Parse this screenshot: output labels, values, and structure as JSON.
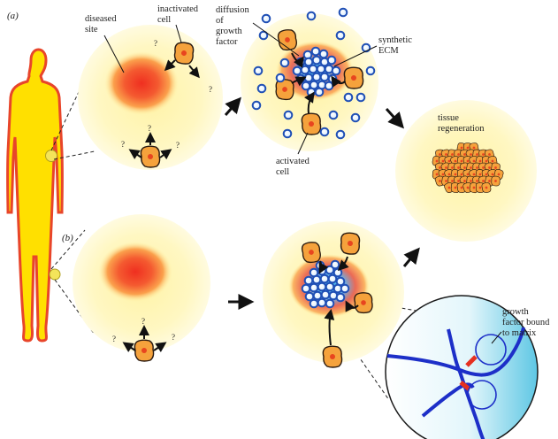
{
  "panel_a_label": "(a)",
  "panel_b_label": "(b)",
  "labels": {
    "diseased_site": [
      "diseased",
      "site"
    ],
    "inactivated_cell": [
      "inactivated",
      "cell"
    ],
    "diffusion": [
      "diffusion",
      "of",
      "growth",
      "factor"
    ],
    "synthetic_ecm": [
      "synthetic",
      "ECM"
    ],
    "activated_cell": [
      "activated",
      "cell"
    ],
    "tissue_regeneration": [
      "tissue",
      "regeneration"
    ],
    "gf_bound": [
      "growth",
      "factor bound",
      "to matrix"
    ]
  },
  "question_mark": "?",
  "colors": {
    "body_fill": "#ffe000",
    "body_outline": "#e8452a",
    "site_center": "#f03a24",
    "site_outer": "#ffe680",
    "cell_fill": "#f5a23c",
    "cell_nucleus": "#e8451f",
    "gf_ring": "#1f4fb5",
    "zoom_fill": "#cfeef6",
    "fiber": "#1d2fc8",
    "binding": "#e53020"
  }
}
